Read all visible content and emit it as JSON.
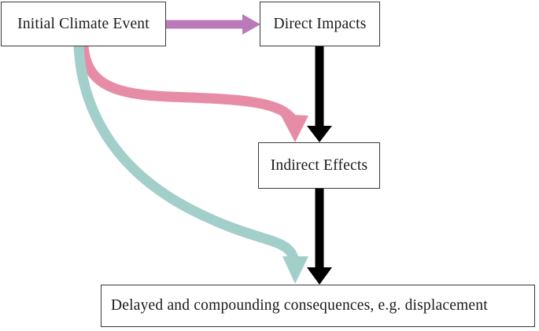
{
  "diagram": {
    "type": "flowchart",
    "title": "",
    "background_color": "#ffffff",
    "nodes": [
      {
        "id": "initial-climate-event",
        "label": "Initial Climate Event",
        "border_color": "#3a3a3a",
        "fill_color": "#ffffff"
      },
      {
        "id": "direct-impacts",
        "label": "Direct Impacts",
        "border_color": "#3a3a3a",
        "fill_color": "#ffffff"
      },
      {
        "id": "indirect-effects",
        "label": "Indirect Effects",
        "border_color": "#3a3a3a",
        "fill_color": "#ffffff"
      },
      {
        "id": "delayed-consequences",
        "label": "Delayed and compounding consequences, e.g. displacement",
        "border_color": "#3a3a3a",
        "fill_color": "#ffffff"
      }
    ],
    "edges": [
      {
        "id": "edge-initial-to-direct",
        "from": "initial-climate-event",
        "to": "direct-impacts",
        "style": "straight-horizontal",
        "color": "#ba79b9",
        "label": ""
      },
      {
        "id": "edge-direct-to-indirect",
        "from": "direct-impacts",
        "to": "indirect-effects",
        "style": "straight-vertical",
        "color": "#000000",
        "label": ""
      },
      {
        "id": "edge-initial-to-indirect",
        "from": "initial-climate-event",
        "to": "indirect-effects",
        "style": "curved",
        "color": "#e78ca6",
        "label": ""
      },
      {
        "id": "edge-indirect-to-delayed",
        "from": "indirect-effects",
        "to": "delayed-consequences",
        "style": "straight-vertical",
        "color": "#000000",
        "label": ""
      },
      {
        "id": "edge-initial-to-delayed",
        "from": "initial-climate-event",
        "to": "delayed-consequences",
        "style": "curved",
        "color": "#a3cfcb",
        "label": ""
      }
    ]
  }
}
